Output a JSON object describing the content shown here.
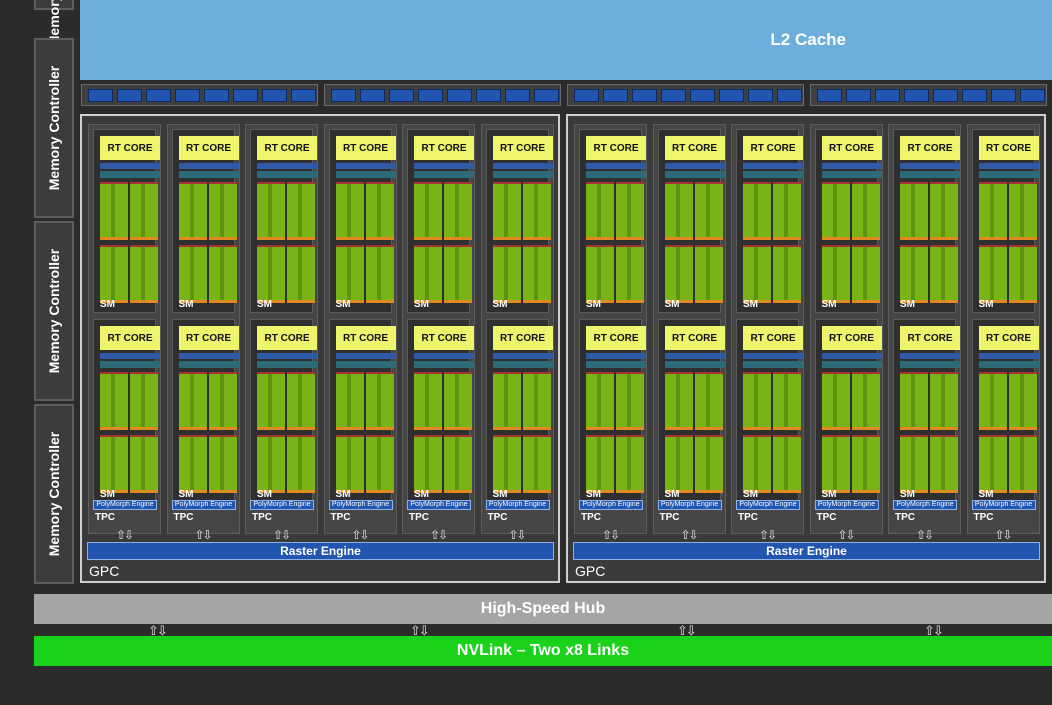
{
  "l2_cache": "L2 Cache",
  "memory_controllers": [
    {
      "label": "Memory Controller"
    },
    {
      "label": "Memory Controller"
    },
    {
      "label": "Memory Controller"
    },
    {
      "label": "Memory Controller"
    }
  ],
  "gpcs": [
    {
      "label": "GPC",
      "raster_engine": "Raster Engine",
      "tpcs": [
        {
          "label": "TPC",
          "polymorph": "PolyMorph Engine",
          "sms": [
            {
              "rt": "RT CORE",
              "label": "SM"
            },
            {
              "rt": "RT CORE",
              "label": "SM"
            }
          ]
        },
        {
          "label": "TPC",
          "polymorph": "PolyMorph Engine",
          "sms": [
            {
              "rt": "RT CORE",
              "label": "SM"
            },
            {
              "rt": "RT CORE",
              "label": "SM"
            }
          ]
        },
        {
          "label": "TPC",
          "polymorph": "PolyMorph Engine",
          "sms": [
            {
              "rt": "RT CORE",
              "label": "SM"
            },
            {
              "rt": "RT CORE",
              "label": "SM"
            }
          ]
        },
        {
          "label": "TPC",
          "polymorph": "PolyMorph Engine",
          "sms": [
            {
              "rt": "RT CORE",
              "label": "SM"
            },
            {
              "rt": "RT CORE",
              "label": "SM"
            }
          ]
        },
        {
          "label": "TPC",
          "polymorph": "PolyMorph Engine",
          "sms": [
            {
              "rt": "RT CORE",
              "label": "SM"
            },
            {
              "rt": "RT CORE",
              "label": "SM"
            }
          ]
        },
        {
          "label": "TPC",
          "polymorph": "PolyMorph Engine",
          "sms": [
            {
              "rt": "RT CORE",
              "label": "SM"
            },
            {
              "rt": "RT CORE",
              "label": "SM"
            }
          ]
        }
      ]
    },
    {
      "label": "GPC",
      "raster_engine": "Raster Engine",
      "tpcs": [
        {
          "label": "TPC",
          "polymorph": "PolyMorph Engine",
          "sms": [
            {
              "rt": "RT CORE",
              "label": "SM"
            },
            {
              "rt": "RT CORE",
              "label": "SM"
            }
          ]
        },
        {
          "label": "TPC",
          "polymorph": "PolyMorph Engine",
          "sms": [
            {
              "rt": "RT CORE",
              "label": "SM"
            },
            {
              "rt": "RT CORE",
              "label": "SM"
            }
          ]
        },
        {
          "label": "TPC",
          "polymorph": "PolyMorph Engine",
          "sms": [
            {
              "rt": "RT CORE",
              "label": "SM"
            },
            {
              "rt": "RT CORE",
              "label": "SM"
            }
          ]
        },
        {
          "label": "TPC",
          "polymorph": "PolyMorph Engine",
          "sms": [
            {
              "rt": "RT CORE",
              "label": "SM"
            },
            {
              "rt": "RT CORE",
              "label": "SM"
            }
          ]
        },
        {
          "label": "TPC",
          "polymorph": "PolyMorph Engine",
          "sms": [
            {
              "rt": "RT CORE",
              "label": "SM"
            },
            {
              "rt": "RT CORE",
              "label": "SM"
            }
          ]
        },
        {
          "label": "TPC",
          "polymorph": "PolyMorph Engine",
          "sms": [
            {
              "rt": "RT CORE",
              "label": "SM"
            },
            {
              "rt": "RT CORE",
              "label": "SM"
            }
          ]
        }
      ]
    }
  ],
  "high_speed_hub": "High-Speed Hub",
  "nvlink": "NVLink – Two x8 Links",
  "colors": {
    "l2": "#6eaedc",
    "rt_core": "#eef56c",
    "cuda_green": "#78b416",
    "nvlink": "#1bd21b",
    "hub": "#a5a5a5",
    "engine_blue": "#2255b0"
  }
}
